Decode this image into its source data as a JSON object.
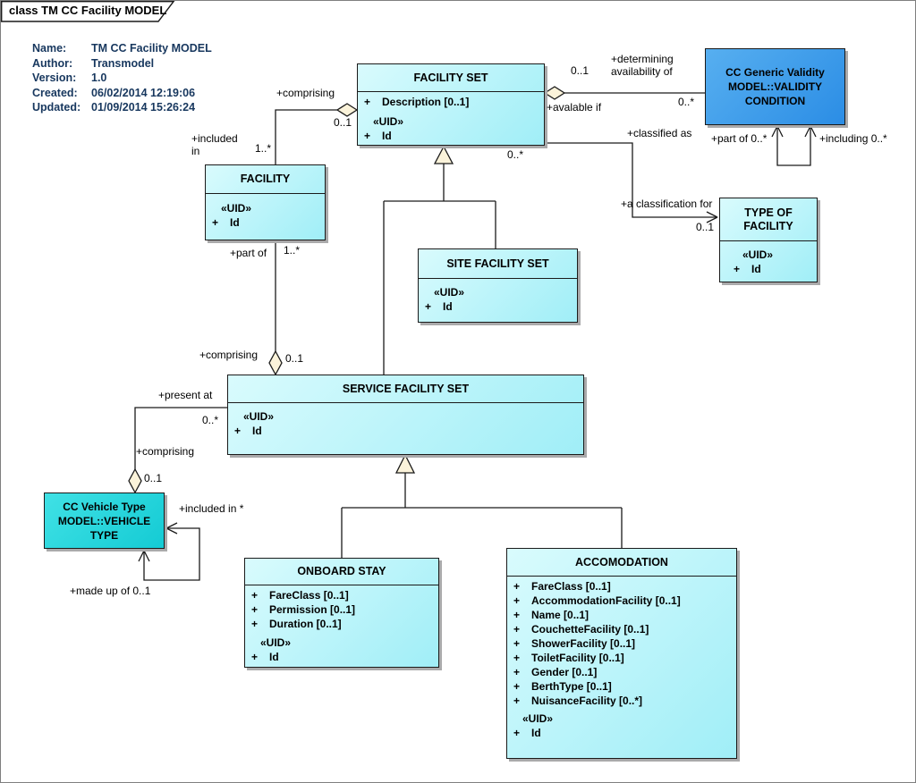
{
  "frame": {
    "tab_label": "class TM CC Facility MODEL"
  },
  "metadata": {
    "rows": [
      {
        "label": "Name:",
        "value": "TM CC Facility MODEL"
      },
      {
        "label": "Author:",
        "value": "Transmodel"
      },
      {
        "label": "Version:",
        "value": "1.0"
      },
      {
        "label": "Created:",
        "value": "06/02/2014 12:19:06"
      },
      {
        "label": "Updated:",
        "value": "01/09/2014 15:26:24"
      }
    ]
  },
  "colors": {
    "class_fill_light": "#d9fbfd",
    "class_fill_dark": "#a0eef7",
    "external_blue": "#2f97e8",
    "external_teal": "#19ced6",
    "diamond_fill": "#fbf3da",
    "line": "#1a1a1a",
    "metadata_text": "#17375e"
  },
  "classes": {
    "facility_set": {
      "title": "FACILITY SET",
      "attributes": [
        {
          "vis": "+",
          "name": "Description [0..1]"
        }
      ],
      "uid_label": "«UID»",
      "uid_attr": {
        "vis": "+",
        "name": "Id"
      }
    },
    "facility": {
      "title": "FACILITY",
      "uid_label": "«UID»",
      "uid_attr": {
        "vis": "+",
        "name": "Id"
      }
    },
    "site_facility_set": {
      "title": "SITE FACILITY SET",
      "uid_label": "«UID»",
      "uid_attr": {
        "vis": "+",
        "name": "Id"
      }
    },
    "service_facility_set": {
      "title": "SERVICE FACILITY SET",
      "uid_label": "«UID»",
      "uid_attr": {
        "vis": "+",
        "name": "Id"
      }
    },
    "onboard_stay": {
      "title": "ONBOARD STAY",
      "attributes": [
        {
          "vis": "+",
          "name": "FareClass [0..1]"
        },
        {
          "vis": "+",
          "name": "Permission [0..1]"
        },
        {
          "vis": "+",
          "name": "Duration [0..1]"
        }
      ],
      "uid_label": "«UID»",
      "uid_attr": {
        "vis": "+",
        "name": "Id"
      }
    },
    "accomodation": {
      "title": "ACCOMODATION",
      "attributes": [
        {
          "vis": "+",
          "name": "FareClass [0..1]"
        },
        {
          "vis": "+",
          "name": "AccommodationFacility [0..1]"
        },
        {
          "vis": "+",
          "name": "Name [0..1]"
        },
        {
          "vis": "+",
          "name": "CouchetteFacility [0..1]"
        },
        {
          "vis": "+",
          "name": "ShowerFacility [0..1]"
        },
        {
          "vis": "+",
          "name": "ToiletFacility [0..1]"
        },
        {
          "vis": "+",
          "name": "Gender [0..1]"
        },
        {
          "vis": "+",
          "name": "BerthType [0..1]"
        },
        {
          "vis": "+",
          "name": "NuisanceFacility [0..*]"
        }
      ],
      "uid_label": "«UID»",
      "uid_attr": {
        "vis": "+",
        "name": "Id"
      }
    },
    "type_of_facility": {
      "title": "TYPE OF FACILITY",
      "uid_label": "«UID»",
      "uid_attr": {
        "vis": "+",
        "name": "Id"
      }
    },
    "validity_condition": {
      "title": "CC Generic Validity MODEL::VALIDITY CONDITION"
    },
    "vehicle_type": {
      "title": "CC Vehicle Type MODEL::VEHICLE TYPE"
    }
  },
  "labels": {
    "comprising_top": "+comprising",
    "comprising_top_mult": "0..1",
    "included_in": "+included in",
    "included_in_mult": "1..*",
    "part_of": "+part of",
    "part_of_mult": "1..*",
    "comprising_mid": "+comprising",
    "comprising_mid_mult": "0..1",
    "present_at": "+present at",
    "present_at_mult": "0..*",
    "comprising_low": "+comprising",
    "comprising_low_mult": "0..1",
    "included_in_star": "+included in *",
    "made_up_of": "+made up of 0..1",
    "available_if": "+avalable if",
    "available_if_mult": "0..1",
    "determining": "+determining availability of",
    "determining_mult": "0..*",
    "classified_as": "+classified as",
    "classified_as_mult": "0..*",
    "classification_for": "+a classification for",
    "classification_for_mult": "0..1",
    "part_of_star": "+part of 0..*",
    "including_star": "+including 0..*"
  }
}
